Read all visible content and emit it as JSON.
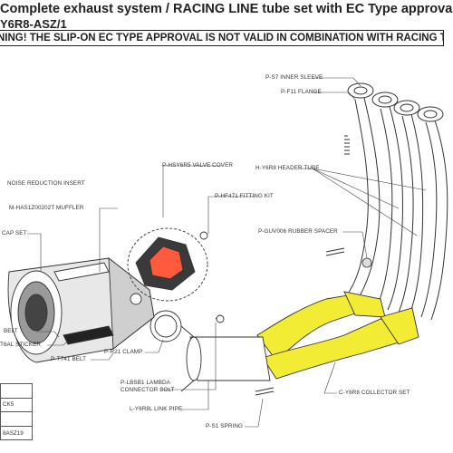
{
  "header": {
    "title": "Complete exhaust system / RACING LINE tube set  with EC Type approval SLIP-ON Muffle",
    "code": "Y6R8-ASZ/1",
    "warning": "NING!  THE SLIP-ON EC TYPE APPROVAL IS NOT VALID IN COMBINATION WITH RACING TUBE SET"
  },
  "labels": {
    "inner_sleeve": "P-S7  INNER SLEEVE",
    "flange": "P-F11  FLANGE",
    "valve_cover": "P-HSY6R5  VALVE COVER",
    "header_tube": "H-Y6R8  HEADER TUBE",
    "noise_insert": "NOISE REDUCTION INSERT",
    "fitting_kit": "P-HF471  FITTING KIT",
    "muffler": "M-HAS1Z00202T  MUFFLER",
    "cap_set": "CAP SET",
    "rubber_spacer": "P-GUV006  RUBBER SPACER",
    "belt": "BELT",
    "sticker": "T6AL  STICKER",
    "clamp": "P-R21  CLAMP",
    "tt41_belt": "P-TT41  BELT",
    "lambda_bolt_1": "P-LBSB1  LAMBDA",
    "lambda_bolt_2": "CONNECTOR BOLT",
    "link_pipe": "L-Y6R8L  LINK PIPE",
    "collector_set": "C-Y6R8  COLLECTOR SET",
    "spring": "P-S1  SPRING"
  },
  "table": {
    "rows": [
      "",
      "CK5",
      "",
      "8ASZ19"
    ]
  },
  "colors": {
    "collector": "#f3ec35",
    "outline": "#333333"
  }
}
